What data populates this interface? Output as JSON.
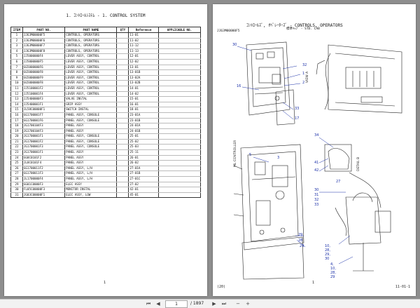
{
  "left_page": {
    "title": "1. ｺﾝﾄﾛｰﾙｼｽﾃﾑ - 1. CONTROL SYSTEM",
    "columns": [
      "ITEM",
      "PART NO.",
      "PART NAME",
      "QTY",
      "Reference",
      "APPLICABLE NO."
    ],
    "rows": [
      [
        "1",
        "JJ63M00000F5",
        "CONTROLS, OPERATORS",
        "",
        "11-01",
        ""
      ],
      [
        "2",
        "JJ63M00000F6",
        "CONTROLS, OPERATORS",
        "",
        "11-02",
        ""
      ],
      [
        "3",
        "JJ63M00000F7",
        "CONTROLS, OPERATORS",
        "",
        "11-12",
        ""
      ],
      [
        "4",
        "JJ63M00000F8",
        "CONTROLS, OPERATORS",
        "",
        "11-13",
        ""
      ],
      [
        "5",
        "JJ5000000F4",
        "LEVER ASSY, CONTROL",
        "",
        "12-01",
        ""
      ],
      [
        "6",
        "JJ5000000F5",
        "LEVER ASSY, CONTROL",
        "",
        "12-02",
        ""
      ],
      [
        "7",
        "GG5000000F6",
        "LEVER ASSY, CONTROL",
        "",
        "13-01",
        ""
      ],
      [
        "8",
        "GG5000000F8",
        "LEVER ASSY, CONTROL",
        "",
        "13-01B",
        ""
      ],
      [
        "9",
        "GG5000000F9",
        "LEVER ASSY, CONTROL",
        "",
        "13-02A",
        ""
      ],
      [
        "10",
        "GG5000000F8",
        "LEVER ASSY, CONTROL",
        "",
        "13-02B",
        ""
      ],
      [
        "11",
        "JJ5100001F2",
        "LEVER ASSY, CONTROL",
        "",
        "14-01",
        ""
      ],
      [
        "12",
        "JJ5100001F4",
        "LEVER ASSY, CONTROL",
        "",
        "14-02",
        ""
      ],
      [
        "13",
        "JJ5400000F3",
        "VALVE INSTAL",
        "",
        "15-01",
        ""
      ],
      [
        "14",
        "JJ5400001F1",
        "GRIP ASSY",
        "",
        "16-01",
        ""
      ],
      [
        "15",
        "JL58C00000F1",
        "SWITCH INSTAL",
        "",
        "18-01",
        ""
      ],
      [
        "16",
        "GG1700001F7",
        "PANEL ASSY, CONSOLE",
        "",
        "23-01A",
        ""
      ],
      [
        "17",
        "GG1700001F6",
        "PANEL ASSY, CONSOLE",
        "",
        "23-01B",
        ""
      ],
      [
        "18",
        "JG1700104F3",
        "PANEL ASSY",
        "",
        "24-01A",
        ""
      ],
      [
        "19",
        "JG1700104F3",
        "PANEL ASSY",
        "",
        "24-01B",
        ""
      ],
      [
        "20",
        "JG1700001F1",
        "PANEL ASSY, CONSOLE",
        "",
        "25-01",
        ""
      ],
      [
        "21",
        "JG1700001F2",
        "PANEL ASSY, CONSOLE",
        "",
        "25-02",
        ""
      ],
      [
        "22",
        "JG1700001F3",
        "PANEL ASSY, CONSOLE",
        "",
        "25-03",
        ""
      ],
      [
        "23",
        "JG1700001F1",
        "PANEL ASSY",
        "",
        "25-11",
        ""
      ],
      [
        "24",
        "GG0C0101F2",
        "PANEL ASSY",
        "",
        "26-01",
        ""
      ],
      [
        "25",
        "JL0C0101F4",
        "PANEL ASSY",
        "",
        "26-02",
        ""
      ],
      [
        "26",
        "GG1700011F2",
        "PANEL ASSY, L/H",
        "",
        "27-01A",
        ""
      ],
      [
        "27",
        "GG1700011F3",
        "PANEL ASSY, L/H",
        "",
        "27-01B",
        ""
      ],
      [
        "28",
        "JL1700000F4",
        "PANEL ASSY, L/H",
        "",
        "27-01C",
        ""
      ],
      [
        "29",
        "GG01C0000F3",
        "ELEC ASSY",
        "",
        "27-02",
        ""
      ],
      [
        "30",
        "FL05C00000F3",
        "MONITOR INSTAL",
        "",
        "42-01",
        ""
      ],
      [
        "31",
        "JG03C00000F1",
        "ELEC ASSY, LOW",
        "",
        "45-01",
        ""
      ]
    ],
    "page_number": "1"
  },
  "right_page": {
    "title": "ｺﾝﾄﾛｰﾙｽﾞ, ｵﾍﾟﾚｰﾀｰｽﾞ - CONTROLS, OPERATORS",
    "subtitle": "標準ｷｬﾌﾞ - STD. CAB",
    "drawing_code": "JJ63M00000F5",
    "footer_left": "(20)",
    "footer_right": "11-01-1",
    "page_number": "1",
    "callouts": [
      "30",
      "32",
      "1",
      "2",
      "16",
      "33",
      "17",
      "34",
      "41",
      "42",
      "5",
      "3",
      "27",
      "30",
      "31",
      "32",
      "33",
      "29",
      "28",
      "29",
      "10, 28, 29, 30",
      "4, 10, 28, 29"
    ],
    "side_labels": [
      "VIEW A",
      "DETAIL B",
      "ML CONTROLLER"
    ]
  },
  "toolbar": {
    "current_page": "1",
    "total_pages": "/ 1897"
  },
  "colors": {
    "line": "#222222",
    "callout": "#1a2fa8",
    "viewer_bg": "#8e8e8e"
  }
}
